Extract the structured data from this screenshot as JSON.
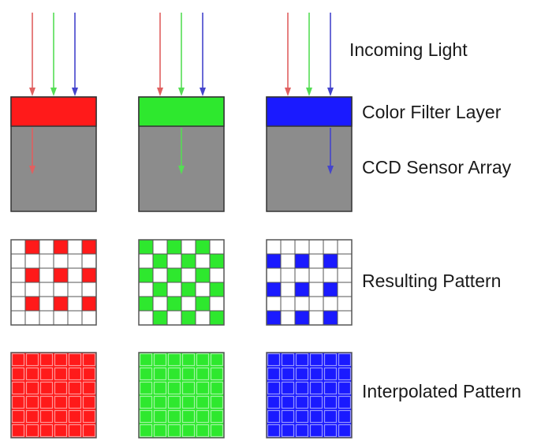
{
  "labels": {
    "incoming_light": "Incoming Light",
    "color_filter_layer": "Color Filter Layer",
    "ccd_sensor_array": "CCD Sensor Array",
    "resulting_pattern": "Resulting Pattern",
    "interpolated_pattern": "Interpolated Pattern"
  },
  "channels": [
    {
      "name": "red",
      "filter_color": "#ff1a1a",
      "passed_ray": "red"
    },
    {
      "name": "green",
      "filter_color": "#2ee82e",
      "passed_ray": "green"
    },
    {
      "name": "blue",
      "filter_color": "#1a1aff",
      "passed_ray": "blue"
    }
  ],
  "ray_colors": {
    "red": "#e06060",
    "green": "#55dd55",
    "blue": "#4444cc"
  },
  "sensor_color": "#8c8c8c",
  "grid_cells_per_side": 6,
  "resulting_patterns": {
    "red": [
      [
        0,
        1,
        0,
        1,
        0,
        1
      ],
      [
        0,
        0,
        0,
        0,
        0,
        0
      ],
      [
        0,
        1,
        0,
        1,
        0,
        1
      ],
      [
        0,
        0,
        0,
        0,
        0,
        0
      ],
      [
        0,
        1,
        0,
        1,
        0,
        1
      ],
      [
        0,
        0,
        0,
        0,
        0,
        0
      ]
    ],
    "green": [
      [
        1,
        0,
        1,
        0,
        1,
        0
      ],
      [
        0,
        1,
        0,
        1,
        0,
        1
      ],
      [
        1,
        0,
        1,
        0,
        1,
        0
      ],
      [
        0,
        1,
        0,
        1,
        0,
        1
      ],
      [
        1,
        0,
        1,
        0,
        1,
        0
      ],
      [
        0,
        1,
        0,
        1,
        0,
        1
      ]
    ],
    "blue": [
      [
        0,
        0,
        0,
        0,
        0,
        0
      ],
      [
        1,
        0,
        1,
        0,
        1,
        0
      ],
      [
        0,
        0,
        0,
        0,
        0,
        0
      ],
      [
        1,
        0,
        1,
        0,
        1,
        0
      ],
      [
        0,
        0,
        0,
        0,
        0,
        0
      ],
      [
        1,
        0,
        1,
        0,
        1,
        0
      ]
    ]
  }
}
